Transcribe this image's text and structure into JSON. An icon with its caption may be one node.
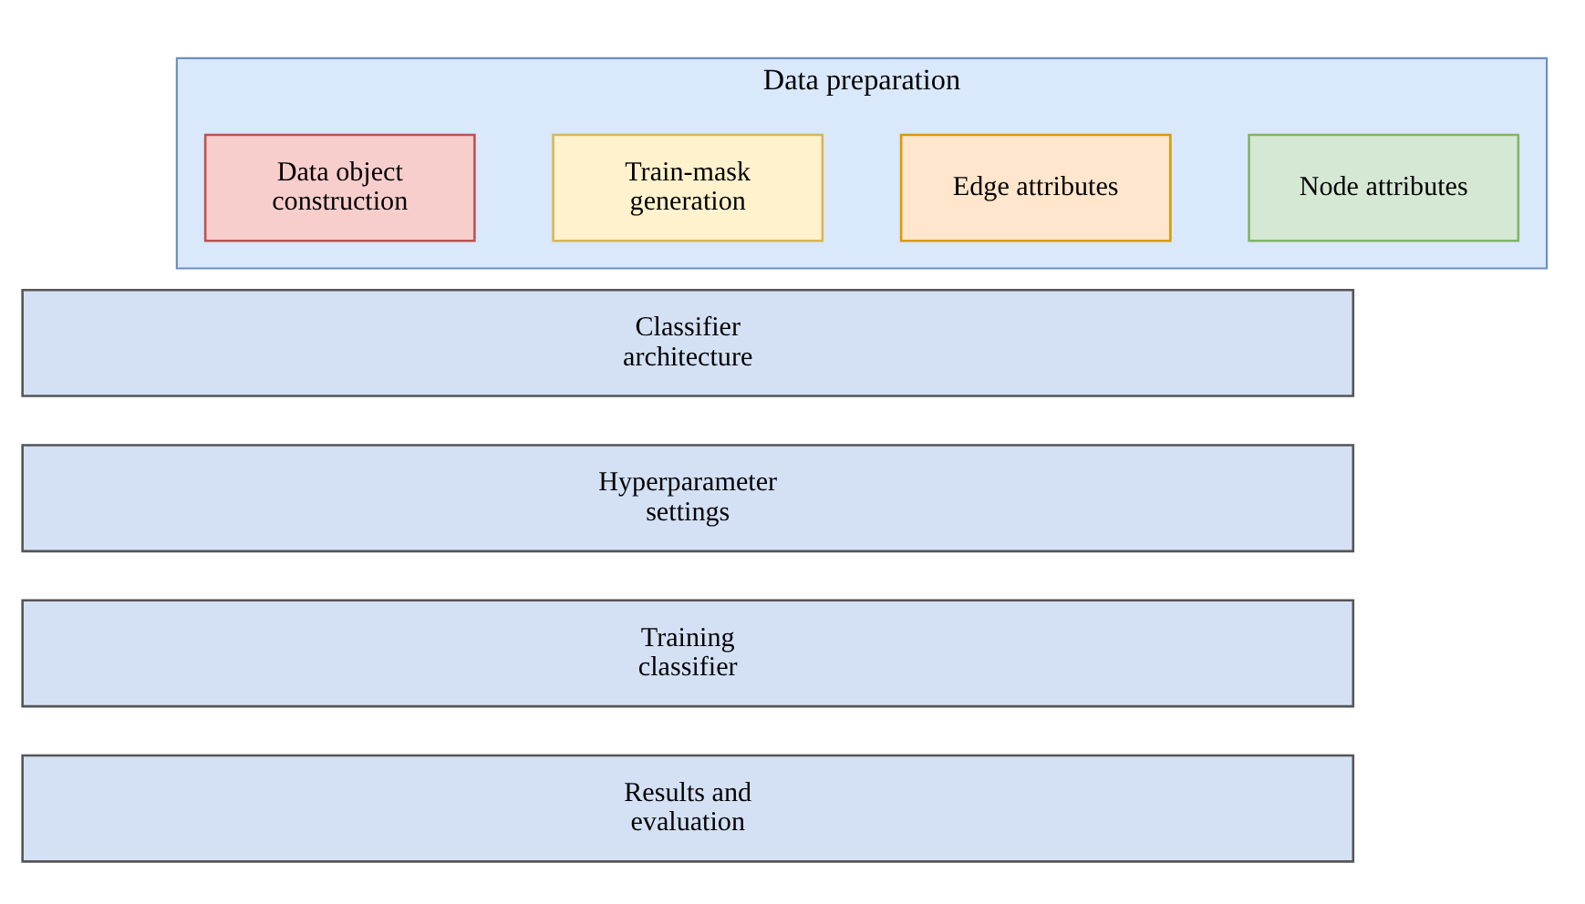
{
  "diagram": {
    "nodes": [
      {
        "text": [
          "Data preparation"
        ]
      },
      {
        "text": [
          "Node attributes"
        ],
        "in": 0
      },
      {
        "text": [
          "Edge attributes"
        ],
        "in": 0
      },
      {
        "text": [
          "Train-mask generation"
        ],
        "in": 0
      },
      {
        "text": [
          "Data object construction"
        ],
        "in": 0
      },
      {
        "text": [
          "Classifier architecture"
        ]
      },
      {
        "text": [
          "Hyperparameter settings"
        ]
      },
      {
        "text": [
          "Training classifier"
        ]
      },
      {
        "text": [
          "Results and evaluation"
        ]
      }
    ]
  }
}
